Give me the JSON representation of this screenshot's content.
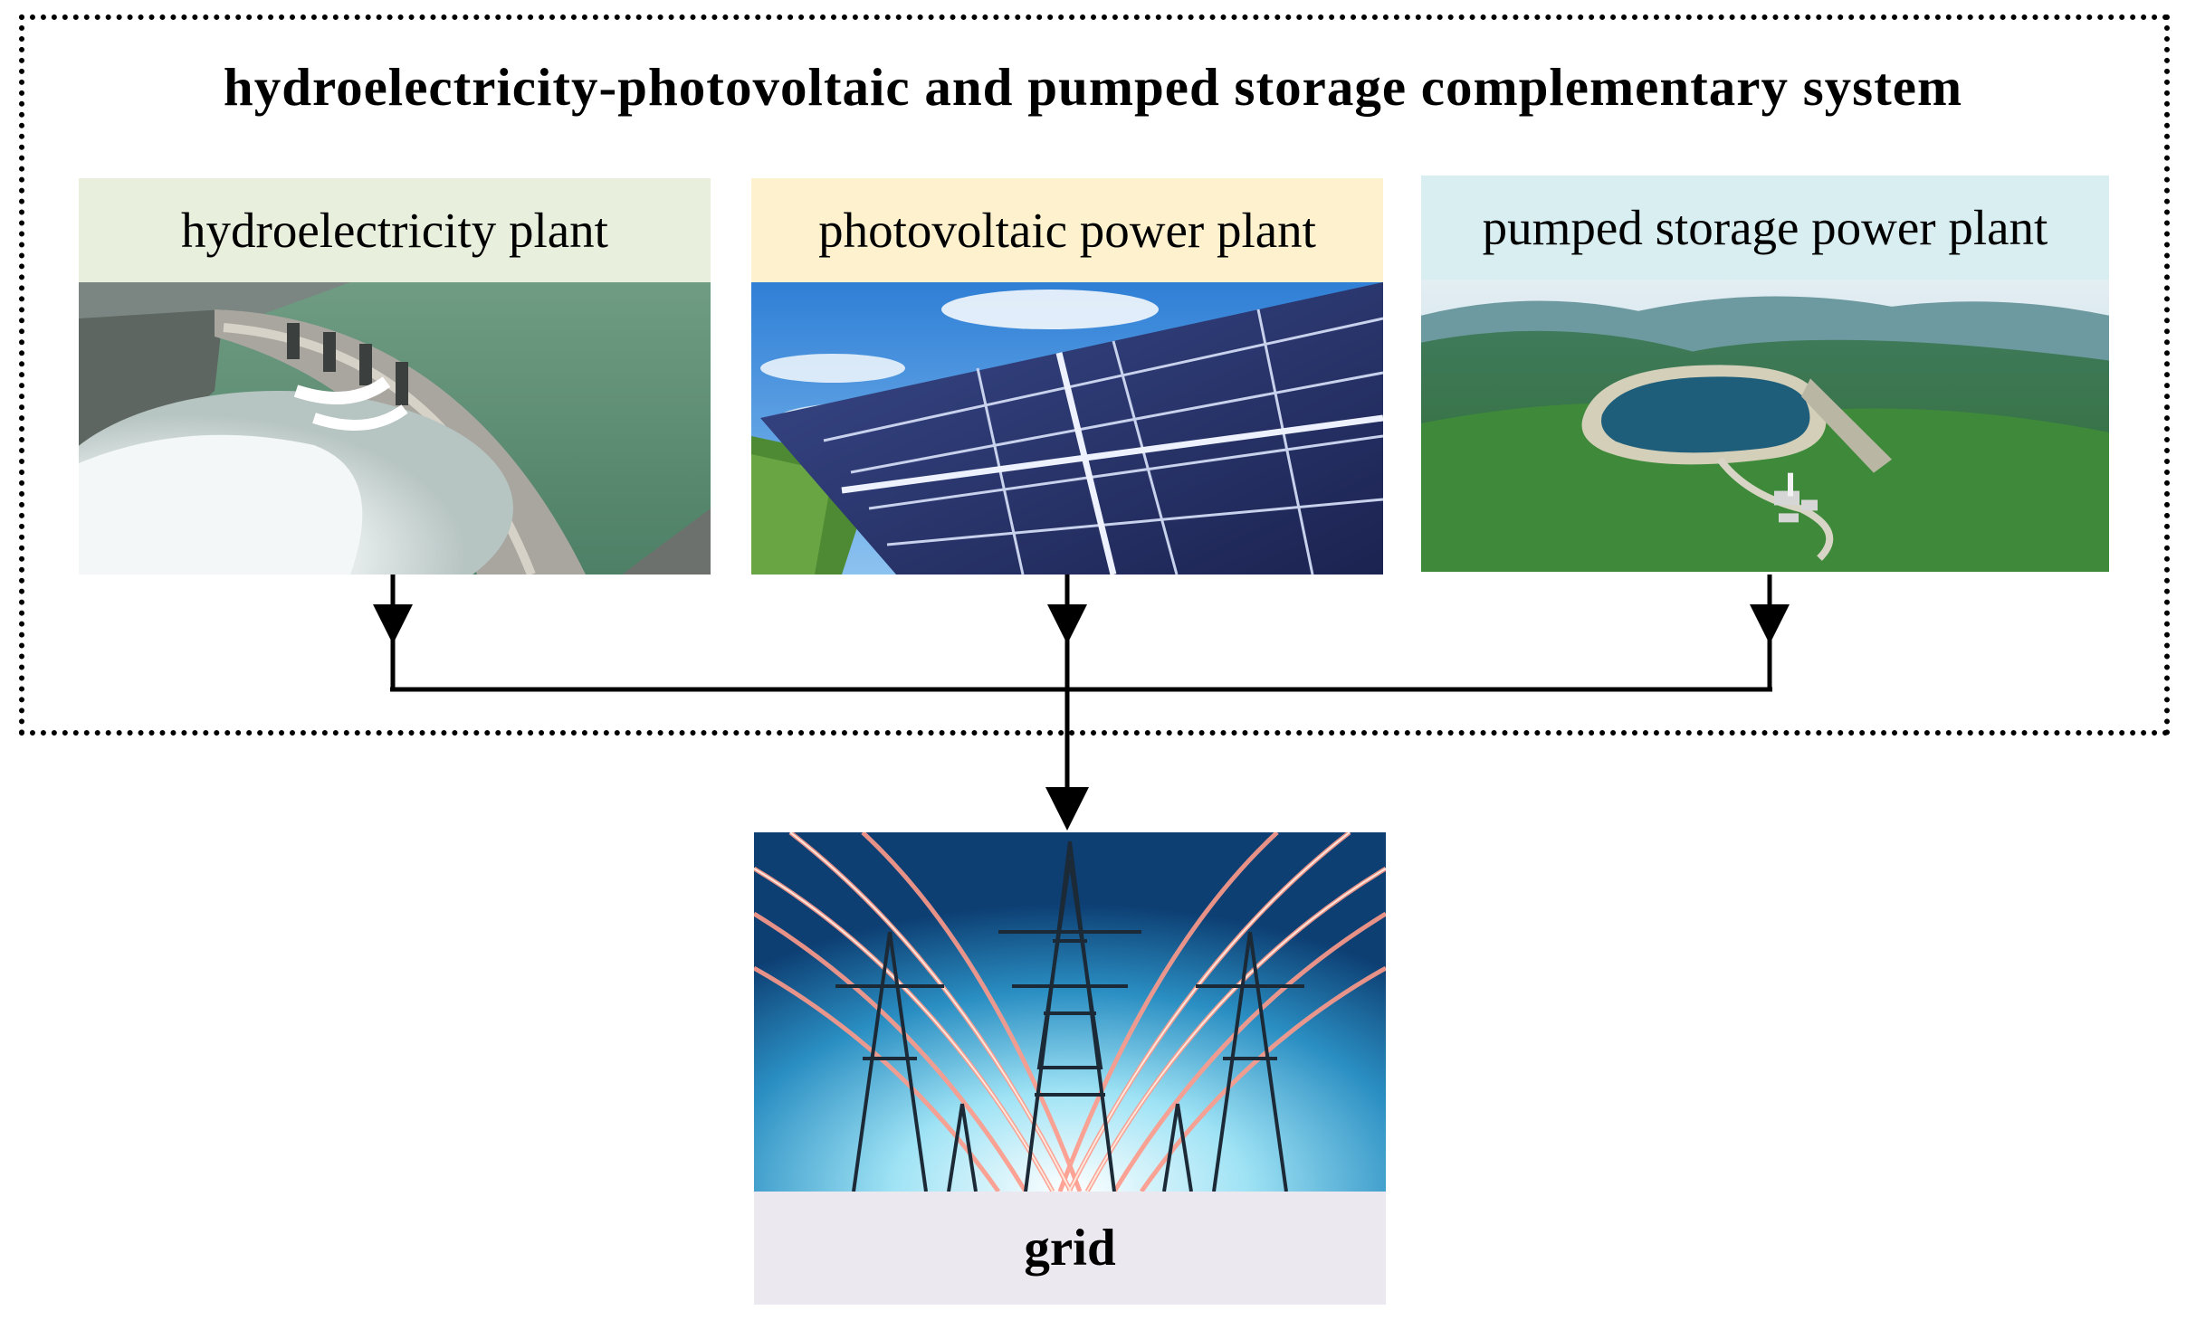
{
  "title": "hydroelectricity-photovoltaic and pumped storage complementary system",
  "plants": [
    {
      "label": "hydroelectricity plant",
      "color": "#e8efdc",
      "icon": "dam-photo-icon"
    },
    {
      "label": "photovoltaic power plant",
      "color": "#fdf2cd",
      "icon": "solar-panel-photo-icon"
    },
    {
      "label": "pumped storage power plant",
      "color": "#d8eef1",
      "icon": "reservoir-photo-icon"
    }
  ],
  "grid": {
    "label": "grid",
    "color": "#ece8f0",
    "icon": "power-tower-photo-icon"
  }
}
